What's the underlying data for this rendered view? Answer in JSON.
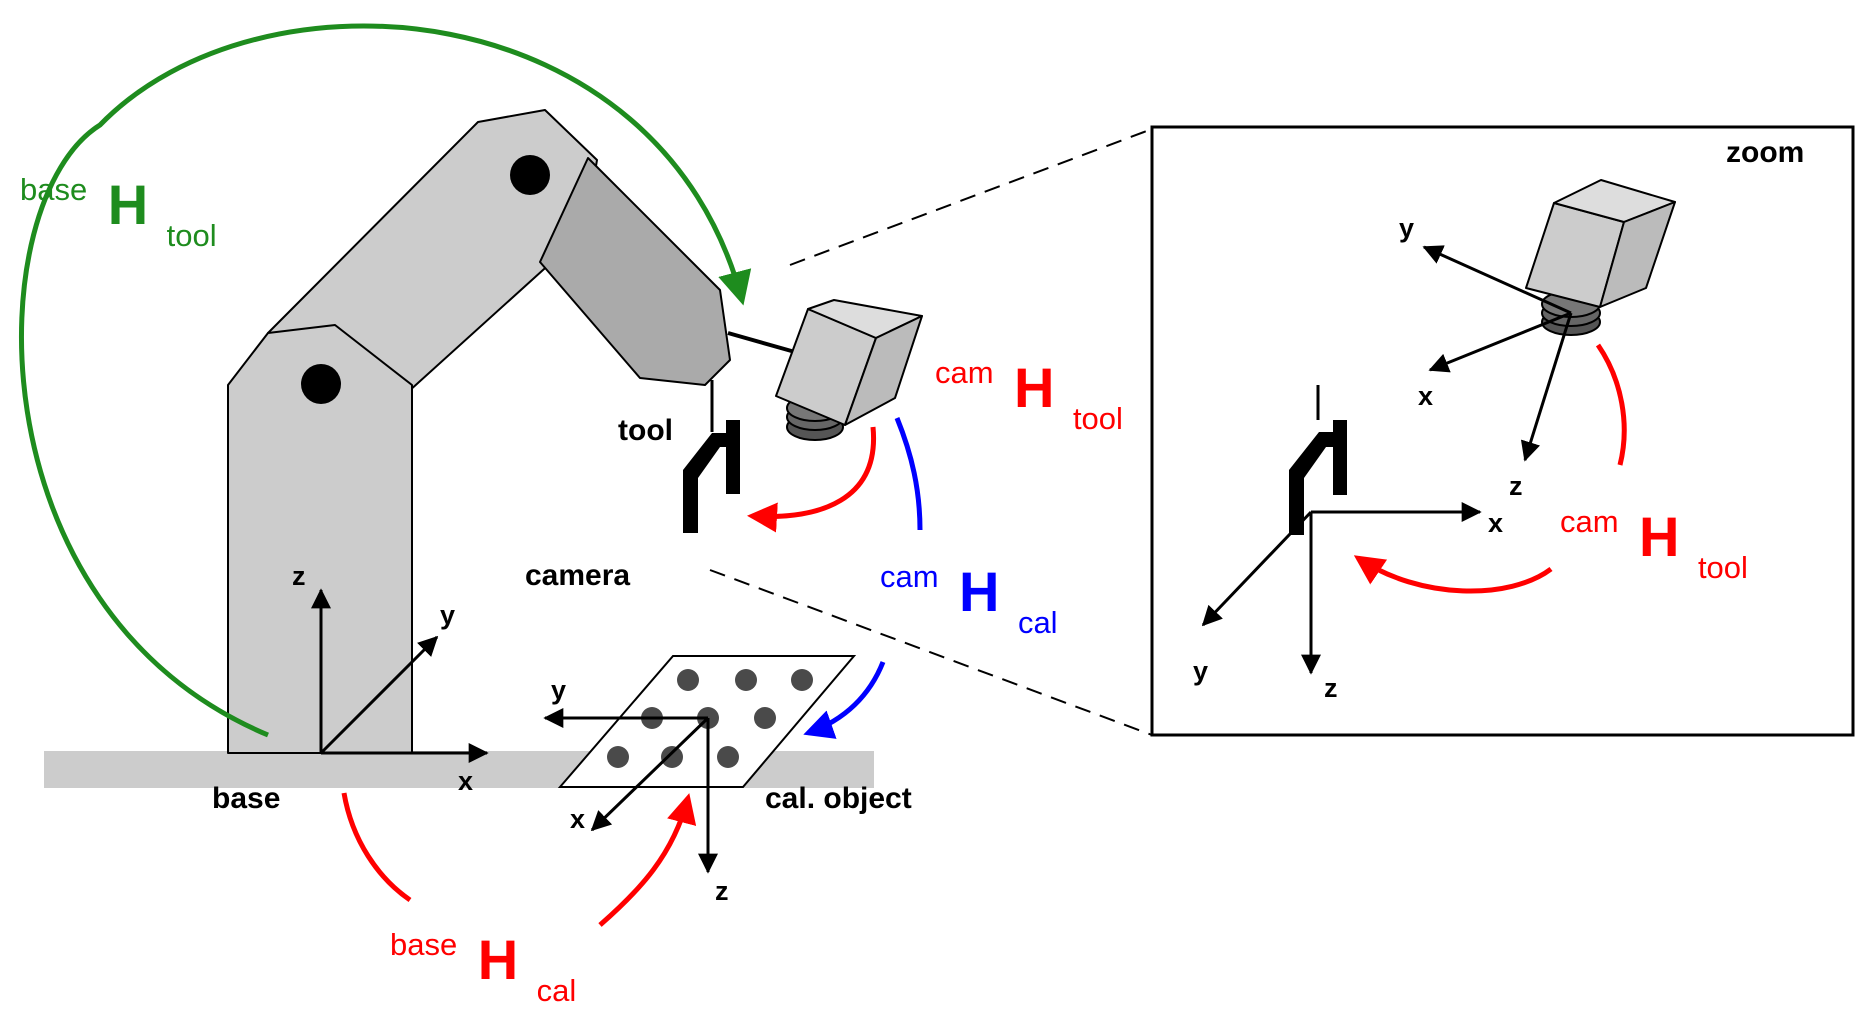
{
  "colors": {
    "green": "#1e8c1e",
    "red": "#ff0000",
    "blue": "#0000ff",
    "arm_light": "#cccccc",
    "arm_dark": "#aaaaaa",
    "ground": "#cccccc",
    "dot": "#4a4a4a"
  },
  "labels": {
    "tool": "tool",
    "camera": "camera",
    "base": "base",
    "cal_object": "cal. object",
    "zoom": "zoom"
  },
  "axes": {
    "base": {
      "x": "x",
      "y": "y",
      "z": "z"
    },
    "cal": {
      "x": "x",
      "y": "y",
      "z": "z"
    },
    "zoom_cam": {
      "x": "x",
      "y": "y",
      "z": "z"
    },
    "zoom_tool": {
      "x": "x",
      "y": "y",
      "z": "z"
    }
  },
  "transforms": {
    "base_H_tool": {
      "pre": "base",
      "H": "H",
      "sub": "tool"
    },
    "cam_H_tool": {
      "pre": "cam",
      "H": "H",
      "sub": "tool"
    },
    "cam_H_cal": {
      "pre": "cam",
      "H": "H",
      "sub": "cal"
    },
    "base_H_cal": {
      "pre": "base",
      "H": "H",
      "sub": "cal"
    },
    "zoom_cam_H_tool": {
      "pre": "cam",
      "H": "H",
      "sub": "tool"
    }
  },
  "icons": [
    "robot-arm-icon",
    "camera-icon",
    "gripper-icon",
    "calibration-plate-icon"
  ]
}
